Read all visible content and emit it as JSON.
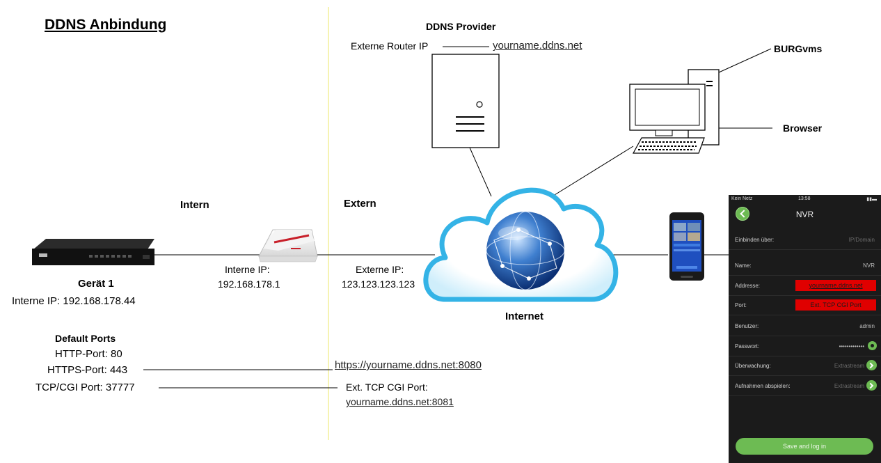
{
  "title": "DDNS Anbindung",
  "ddns_provider": {
    "heading": "DDNS Provider",
    "router_ip_label": "Externe Router IP",
    "hostname": "yourname.ddns.net"
  },
  "clients": {
    "burgvms": "BURGvms",
    "browser": "Browser"
  },
  "zones": {
    "intern": "Intern",
    "extern": "Extern",
    "internet": "Internet"
  },
  "device": {
    "name": "Gerät 1",
    "ip": "Interne IP: 192.168.178.44"
  },
  "router": {
    "internal_label": "Interne IP:",
    "internal_ip": "192.168.178.1",
    "external_label": "Externe IP:",
    "external_ip": "123.123.123.123"
  },
  "ports": {
    "heading": "Default Ports",
    "http": "HTTP-Port: 80",
    "https": "HTTPS-Port: 443",
    "tcp": "TCP/CGI Port: 37777",
    "https_url": "https://yourname.ddns.net:8080",
    "tcp_ext_label": "Ext. TCP CGI Port:",
    "tcp_ext_url": "yourname.ddns.net:8081"
  },
  "app": {
    "status_left": "Kein Netz",
    "status_time": "13:58",
    "nav_title": "NVR",
    "rows": [
      {
        "label": "Einbinden über:",
        "value": "IP/Domain"
      },
      {
        "label": "Name:",
        "value": "NVR"
      },
      {
        "label": "Addresse:",
        "value": "yourname.ddns.net"
      },
      {
        "label": "Port:",
        "value": "Ext. TCP CGI Port"
      },
      {
        "label": "Benutzer:",
        "value": "admin"
      },
      {
        "label": "Passwort:",
        "value": "•••••••••••••"
      },
      {
        "label": "Überwachung:",
        "value": "Extrastream"
      },
      {
        "label": "Aufnahmen abspielen:",
        "value": "Extrastream"
      }
    ],
    "save_button": "Save and log in"
  },
  "colors": {
    "divider": "#f3ef9a",
    "accent_green": "#6dbb53",
    "highlight_red": "#e00000",
    "router_red": "#c8202a"
  }
}
